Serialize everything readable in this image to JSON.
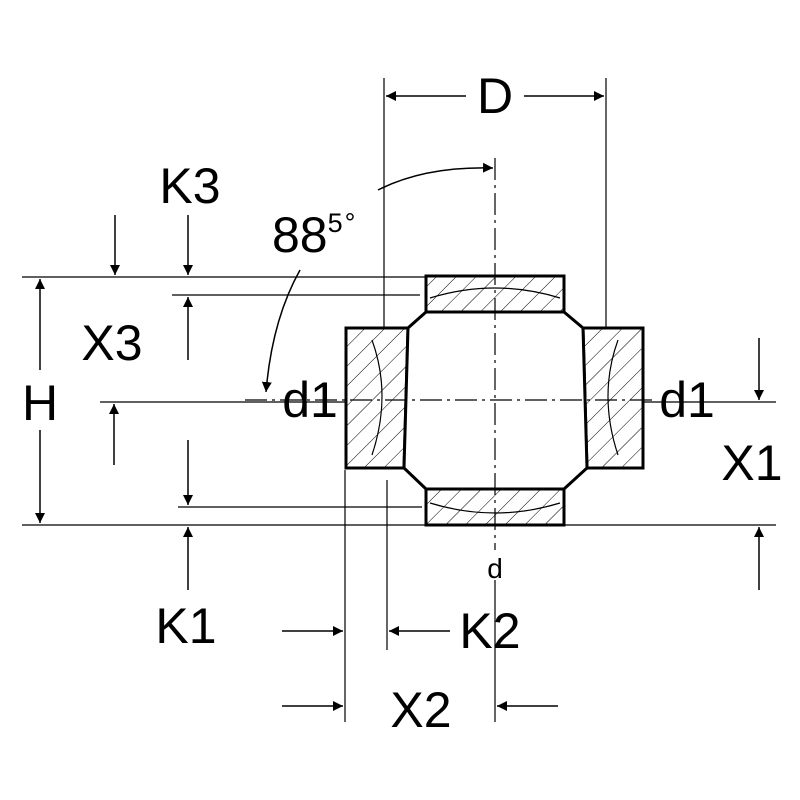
{
  "labels": {
    "D": "D",
    "K3": "K3",
    "X3": "X3",
    "H": "H",
    "d1_left": "d1",
    "d1_right": "d1",
    "X1": "X1",
    "K1": "K1",
    "K2": "K2",
    "X2": "X2",
    "d": "d",
    "angle_base": "88",
    "angle_sup": "5",
    "angle_unit": "°"
  },
  "colors": {
    "line": "#000000",
    "background": "#ffffff"
  }
}
